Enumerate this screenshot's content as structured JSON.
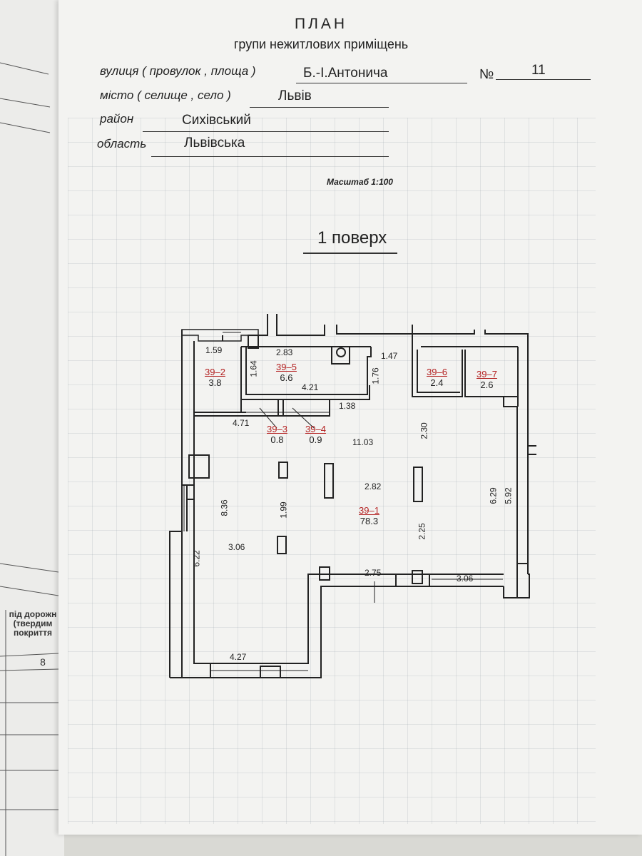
{
  "header": {
    "title": "ПЛАН",
    "subtitle": "групи нежитлових приміщень"
  },
  "address": {
    "street_label": "вулиця ( провулок , площа )",
    "street_value": "Б.-І.Антонича",
    "number_label": "№",
    "number_value": "11",
    "city_label": "місто ( селище , село )",
    "city_value": "Львів",
    "district_label": "район",
    "district_value": "Сихівський",
    "region_label": "область",
    "region_value": "Львівська"
  },
  "scale": "Масштаб 1:100",
  "floor": "1 поверх",
  "rooms": [
    {
      "id": "39–1",
      "area": "78.3"
    },
    {
      "id": "39–2",
      "area": "3.8"
    },
    {
      "id": "39–3",
      "area": "0.8"
    },
    {
      "id": "39–4",
      "area": "0.9"
    },
    {
      "id": "39–5",
      "area": "6.6"
    },
    {
      "id": "39–6",
      "area": "2.4"
    },
    {
      "id": "39–7",
      "area": "2.6"
    }
  ],
  "dimensions": [
    "1.59",
    "2.83",
    "1.47",
    "1.64",
    "4.21",
    "1.76",
    "1.38",
    "4.71",
    "11.03",
    "2.30",
    "8.36",
    "1.99",
    "2.82",
    "6.29",
    "5.92",
    "3.06",
    "2.25",
    "6.22",
    "2.75",
    "3.06",
    "4.27"
  ],
  "side_table": {
    "header": "під дорожн (твердим покриття",
    "value": "8"
  },
  "colors": {
    "room_id": "#b32020",
    "ink": "#222222"
  }
}
